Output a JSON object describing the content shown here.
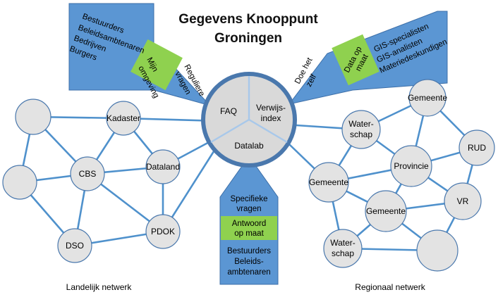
{
  "title": {
    "line1": "Gegevens Knooppunt",
    "line2": "Groningen"
  },
  "hub": {
    "faq": "FAQ",
    "verwijs_line1": "Verwijs-",
    "verwijs_line2": "index",
    "datalab": "Datalab"
  },
  "landelijk": {
    "caption": "Landelijk netwerk",
    "kadaster": "Kadaster",
    "cbs": "CBS",
    "dataland": "Dataland",
    "pdok": "PDOK",
    "dso": "DSO"
  },
  "regionaal": {
    "caption": "Regionaal netwerk",
    "gemeente_top": "Gemeente",
    "waterschap_top_1": "Water-",
    "waterschap_top_2": "schap",
    "rud": "RUD",
    "provincie": "Provincie",
    "gemeente_left": "Gemeente",
    "gemeente_mid": "Gemeente",
    "vr": "VR",
    "waterschap_bottom_1": "Water-",
    "waterschap_bottom_2": "schap"
  },
  "callout_left": {
    "audience": [
      "Bestuurders",
      "Beleidsambtenaren",
      "Bedrijven",
      "Burgers"
    ],
    "green_1": "Mijn",
    "green_2": "omgeving",
    "arrow_1": "Reguliere",
    "arrow_2": "vragen"
  },
  "callout_right": {
    "arrow_1": "Doe het",
    "arrow_2": "zelf",
    "green_1": "Data op",
    "green_2": "maat",
    "audience": [
      "GIS-specialisten",
      "GIS-analisten",
      "Materiedeskundigen"
    ]
  },
  "callout_bottom": {
    "arrow_1": "Specifieke",
    "arrow_2": "vragen",
    "green_1": "Antwoord",
    "green_2": "op maat",
    "audience": [
      "Bestuurders",
      "Beleids-",
      "ambtenaren"
    ]
  },
  "colors": {
    "node_fill": "#e3e3e3",
    "node_stroke": "#4a78ad",
    "line": "#4f91cc",
    "callout_blue": "#5b96d3",
    "callout_green": "#8fd14f"
  }
}
